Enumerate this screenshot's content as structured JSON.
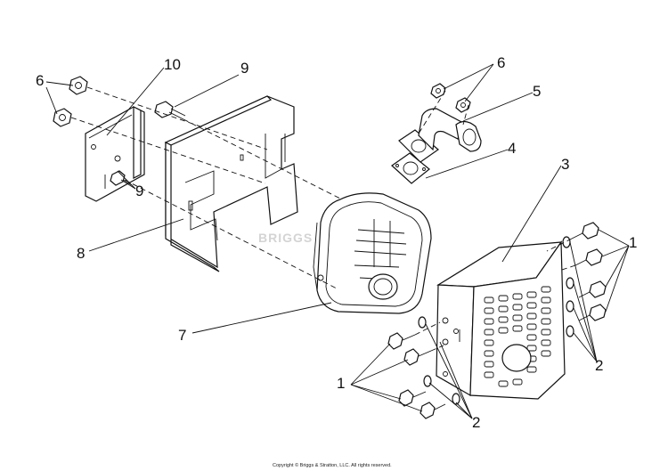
{
  "callouts": {
    "n1": "1",
    "n2": "2",
    "n3": "3",
    "n4": "4",
    "n5": "5",
    "n6": "6",
    "n7": "7",
    "n8": "8",
    "n9": "9",
    "n10": "10"
  },
  "watermark": "BRIGGS",
  "copyright": "Copyright © Briggs & Stratton, LLC. All rights reserved."
}
